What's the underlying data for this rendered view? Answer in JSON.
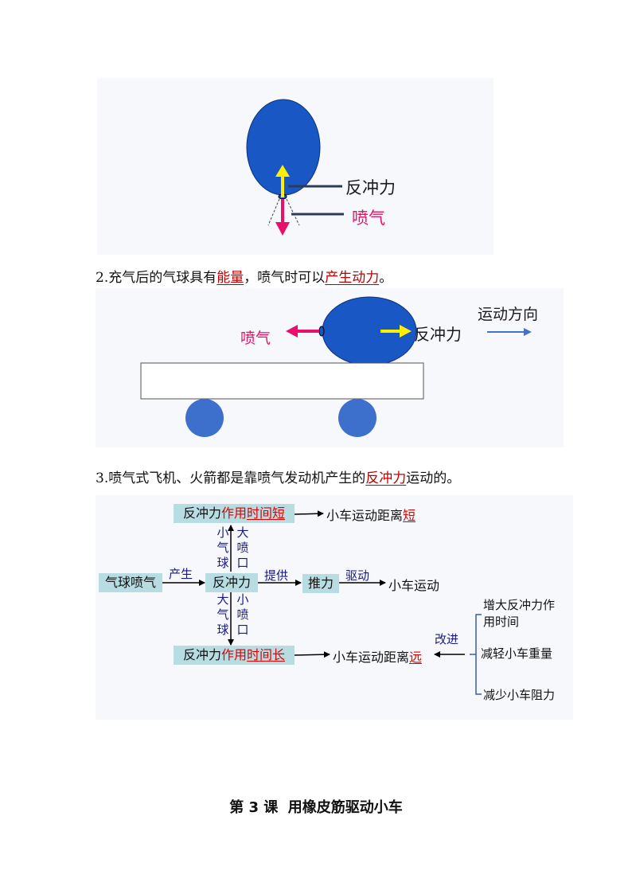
{
  "fig1": {
    "label_reaction": "反冲力",
    "label_jet": "喷气",
    "colors": {
      "balloon": "#1857c4",
      "thrust": "#ffef00",
      "jet": "#e8106a"
    }
  },
  "para2": {
    "prefix": "2.充气后的气球具有",
    "hl1": "能量",
    "mid": "，喷气时可以",
    "hl2": "产生动力",
    "suffix": "。"
  },
  "fig2": {
    "label_jet": "喷气",
    "label_reaction": "反冲力",
    "label_direction": "运动方向",
    "colors": {
      "balloon": "#1857c4",
      "wheel": "#3d6fcd",
      "arrow_direction": "#4472c4"
    }
  },
  "para3": {
    "prefix": "3.喷气式飞机、火箭都是靠喷气发动机产生的",
    "hl": "反冲力",
    "suffix": "运动的。"
  },
  "diagram": {
    "top_box": {
      "a": "反冲力",
      "b": "作用",
      "c": "时间短"
    },
    "top_result": {
      "a": "小车运动距离",
      "b": "短"
    },
    "up_left": [
      "小",
      "气",
      "球"
    ],
    "up_right": [
      "大",
      "喷",
      "口"
    ],
    "left_box": "气球喷气",
    "arrow_produce": "产生",
    "center_box": "反冲力",
    "arrow_provide": "提供",
    "push_box": "推力",
    "arrow_drive": "驱动",
    "car_moves": "小车运动",
    "down_left": [
      "大",
      "气",
      "球"
    ],
    "down_right": [
      "小",
      "喷",
      "口"
    ],
    "bottom_box": {
      "a": "反冲力",
      "b": "作用",
      "c": "时间长"
    },
    "bottom_result": {
      "a": "小车运动距离",
      "b": "远"
    },
    "arrow_improve": "改进",
    "improve_1a": "增大反冲力作",
    "improve_1b": "用时间",
    "improve_2": "减轻小车重量",
    "improve_3": "减少小车阻力"
  },
  "lesson_title": "第 3 课  用橡皮筋驱动小车"
}
